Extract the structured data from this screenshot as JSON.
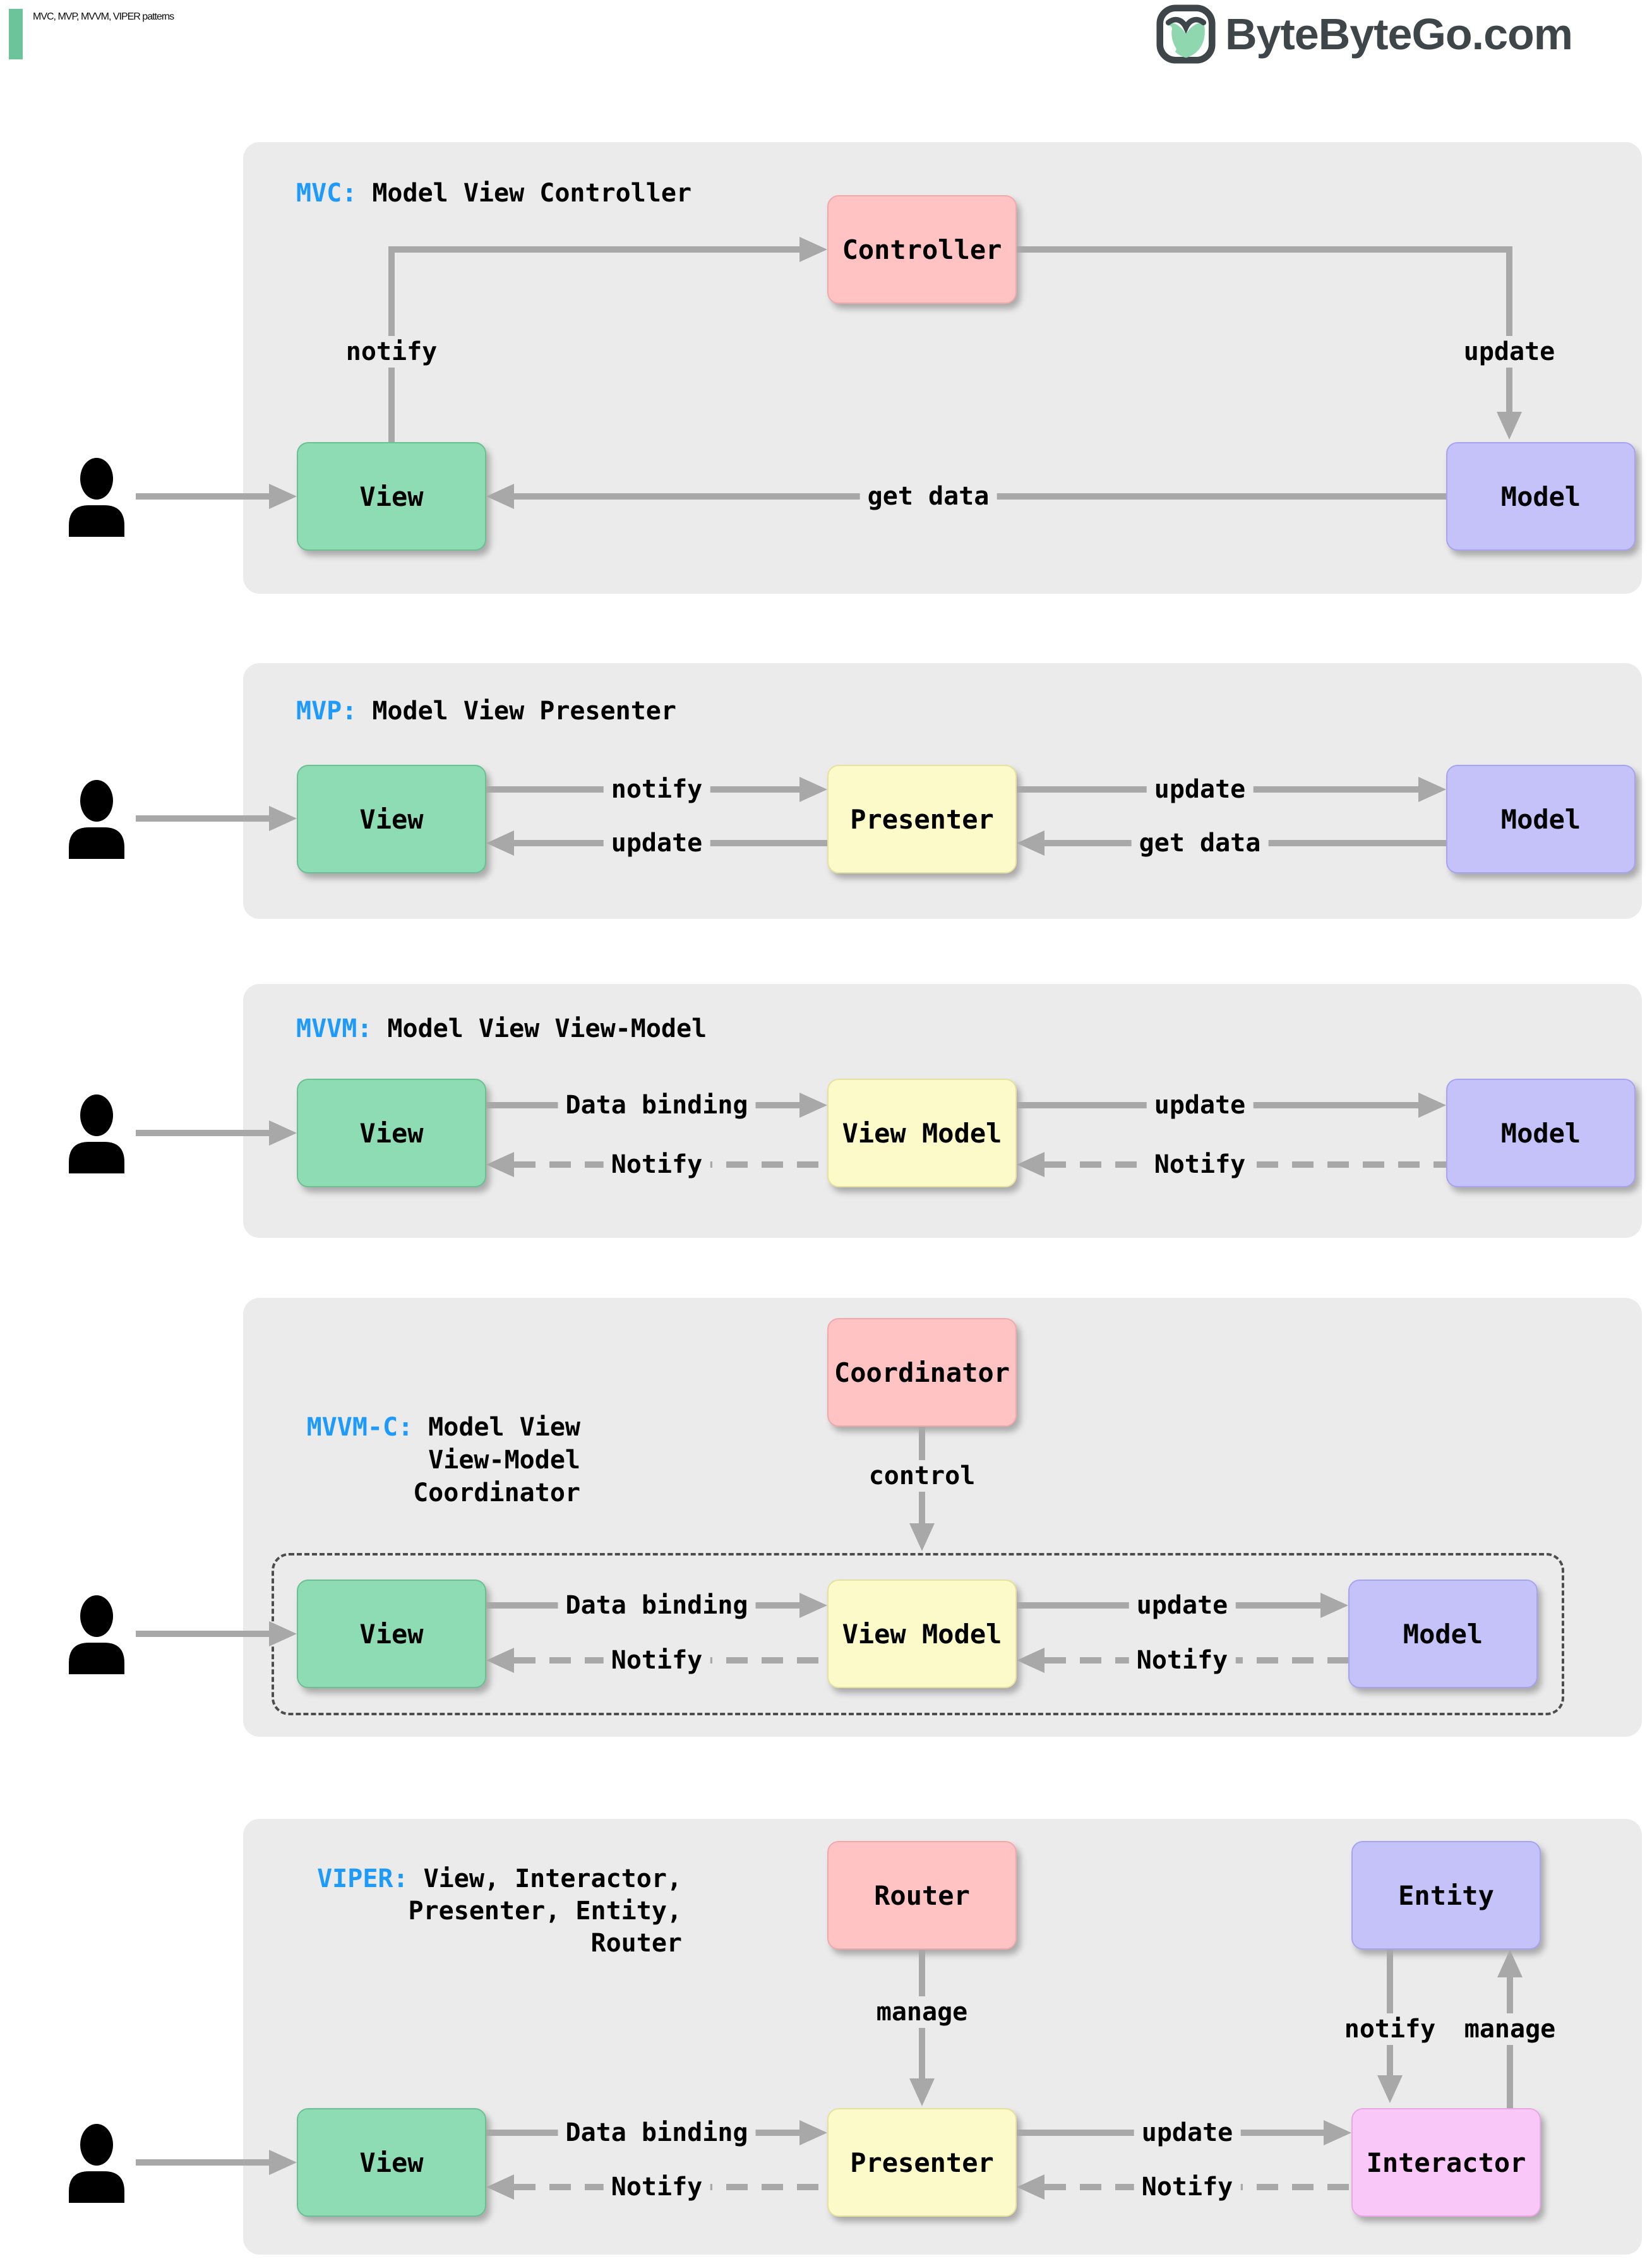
{
  "header": {
    "title": "MVC, MVP, MVVM, VIPER patterns",
    "logo_text": "ByteByteGo.com"
  },
  "colors": {
    "accent_green": "#6CC49A",
    "label_blue": "#1E9BFA",
    "panel_gray": "#EBEBEB",
    "arrow_gray": "#A8A8A8",
    "box_green": "#8EDCB3",
    "box_pink": "#FFC3C3",
    "box_purple": "#C5C2FA",
    "box_yellow": "#FBFAC8",
    "box_magenta": "#FAC8F8",
    "logo_dark": "#3E464A",
    "logo_green": "#8FD7AE"
  },
  "panels": {
    "mvc": {
      "label_prefix": "MVC:",
      "label_text": "Model View Controller",
      "boxes": {
        "view": "View",
        "controller": "Controller",
        "model": "Model"
      },
      "arrows": {
        "notify": "notify",
        "update": "update",
        "get_data": "get data"
      }
    },
    "mvp": {
      "label_prefix": "MVP:",
      "label_text": "Model View Presenter",
      "boxes": {
        "view": "View",
        "presenter": "Presenter",
        "model": "Model"
      },
      "arrows": {
        "notify": "notify",
        "update_to_view": "update",
        "update_to_model": "update",
        "get_data": "get data"
      }
    },
    "mvvm": {
      "label_prefix": "MVVM:",
      "label_text": "Model View View-Model",
      "boxes": {
        "view": "View",
        "view_model": "View Model",
        "model": "Model"
      },
      "arrows": {
        "data_binding": "Data binding",
        "notify_view": "Notify",
        "update": "update",
        "notify_view_model": "Notify"
      }
    },
    "mvvmc": {
      "label_prefix": "MVVM-C:",
      "label_line1": "Model View",
      "label_line2": "View-Model",
      "label_line3": "Coordinator",
      "boxes": {
        "coordinator": "Coordinator",
        "view": "View",
        "view_model": "View Model",
        "model": "Model"
      },
      "arrows": {
        "control": "control",
        "data_binding": "Data binding",
        "notify_view": "Notify",
        "update": "update",
        "notify_view_model": "Notify"
      }
    },
    "viper": {
      "label_prefix": "VIPER:",
      "label_line1": "View, Interactor,",
      "label_line2": "Presenter, Entity,",
      "label_line3": "Router",
      "boxes": {
        "router": "Router",
        "entity": "Entity",
        "view": "View",
        "presenter": "Presenter",
        "interactor": "Interactor"
      },
      "arrows": {
        "manage_router": "manage",
        "notify_entity": "notify",
        "manage_entity": "manage",
        "data_binding": "Data binding",
        "notify_view": "Notify",
        "update": "update",
        "notify_presenter": "Notify"
      }
    }
  }
}
